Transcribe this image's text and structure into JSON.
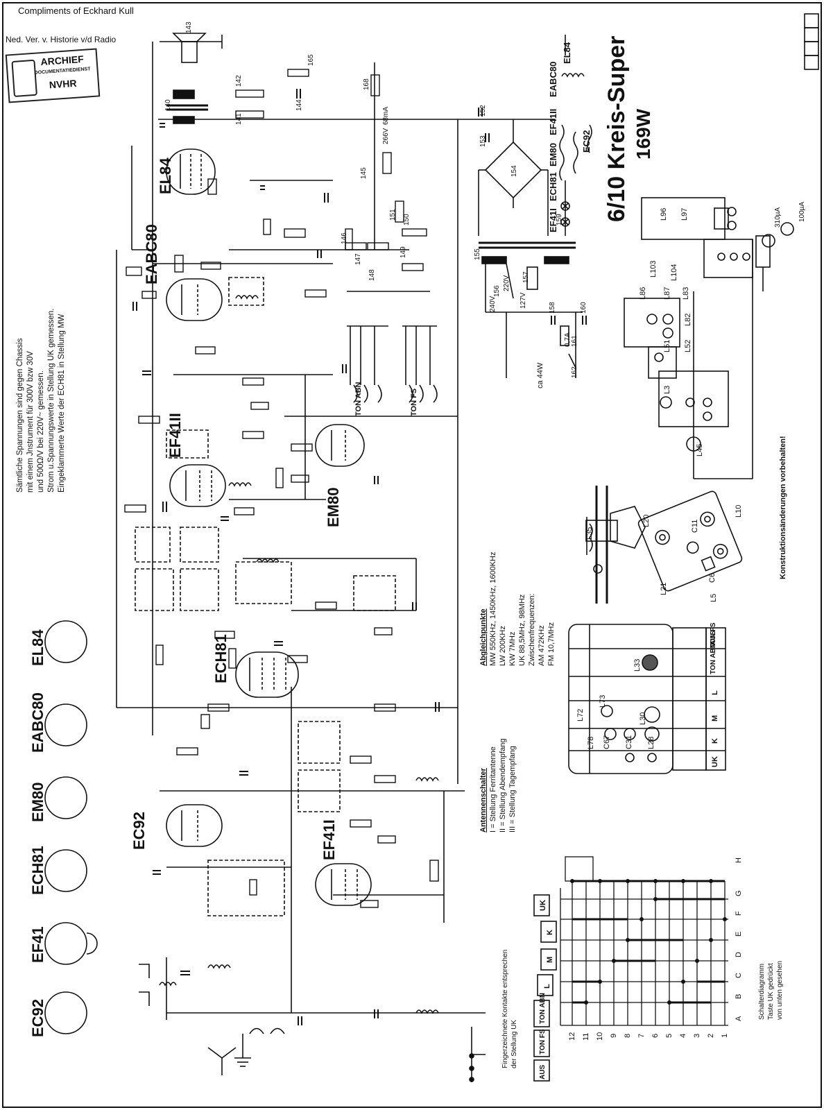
{
  "header": {
    "compliments": "Compliments of Eckhard Kull",
    "society": "Ned. Ver. v. Historie v/d Radio",
    "stamp_line1": "ARCHIEF",
    "stamp_line2": "DOCUMENTATIEDIENST",
    "stamp_line3": "NVHR"
  },
  "title": {
    "line1": "6/10 Kreis-Super",
    "line2": "169W"
  },
  "notes": {
    "lines": [
      "Sämtliche Spannungen sind gegen Chassis",
      "mit einem Jnstrument für 300V bzw 30V",
      "und 500Ω/V bei 220V~ gemessen.",
      "Strom u.Spannungswerte in Stellung UK gemessen.",
      "Eingeklammerte Werte der ECH81 in Stellung MW"
    ]
  },
  "tubes": {
    "base_labels": [
      "EL84",
      "EABC80",
      "EM80",
      "ECH81",
      "EF41",
      "EC92"
    ],
    "schematic_labels": [
      "EL84",
      "EABC80",
      "EF41II",
      "EM80",
      "ECH81",
      "EC92",
      "EF41I"
    ],
    "heater_chain": [
      "EL84",
      "EABC80",
      "EF41II",
      "EM80",
      "ECH81",
      "EF41I",
      "EC92"
    ]
  },
  "alignment": {
    "heading": "Abgleichpunkte",
    "lines": [
      "MW  550KHz, 1450KHz, 1600KHz",
      "LW  200KHz",
      "KW  7MHz",
      "UK  88,5MHz, 98MHz"
    ],
    "if_heading": "Zwischenfrequenzen:",
    "if_lines": [
      "AM 472KHz",
      "FM 10,7MHz"
    ]
  },
  "antenna": {
    "heading": "Antennenschalter",
    "lines": [
      "I = Stellung Ferritantenne",
      "II = Stellung Abendempfang",
      "III = Stellung Tagempfang"
    ]
  },
  "switch_diagram": {
    "caption_lines": [
      "Schalterdiagramm",
      "Taste UK gedrückt",
      "von unten gesehen"
    ],
    "finger_note_lines": [
      "Fingerzeichnete Kontakte entsprechen",
      "der Stellung UK"
    ],
    "rows": [
      "12",
      "11",
      "10",
      "9",
      "8",
      "7",
      "6",
      "5",
      "4",
      "3",
      "2",
      "1"
    ],
    "columns": [
      "A",
      "B",
      "C",
      "D",
      "E",
      "F",
      "G",
      "H"
    ],
    "buttons": [
      "AUS",
      "TON FS",
      "TON ABN",
      "L",
      "M",
      "K",
      "UK"
    ]
  },
  "keyboard": {
    "buttons": [
      "UK",
      "K",
      "M",
      "L",
      "TON ABN",
      "TON FS",
      "AUS"
    ],
    "coils": [
      "L72",
      "L73",
      "L33",
      "L78",
      "C67",
      "C31",
      "L28",
      "L30"
    ]
  },
  "tuner_unit": {
    "labels": [
      "L35",
      "L20",
      "C11",
      "L10",
      "C6",
      "L5",
      "L21"
    ]
  },
  "chassis_view": {
    "labels": [
      "L96",
      "L97",
      "L103",
      "L104",
      "L87",
      "L83",
      "L86",
      "L82",
      "L51",
      "L52",
      "L3",
      "L45"
    ],
    "meter_labels": [
      "310µA",
      "100µA"
    ]
  },
  "power": {
    "labels": [
      "240V",
      "220V",
      "127V",
      "ca 44W",
      "0,7A",
      "266V",
      "68mA"
    ]
  },
  "speaker": {
    "ref": "143"
  },
  "construction_note": "Konstruktionsänderungen vorbehalten!",
  "component_refs": [
    "140",
    "141",
    "142",
    "144",
    "145",
    "146",
    "147",
    "148",
    "149",
    "150",
    "151",
    "152",
    "153",
    "154",
    "155",
    "156",
    "157",
    "158",
    "159",
    "160",
    "161",
    "162",
    "165",
    "168"
  ],
  "tone_jacks": [
    "TON ABN",
    "TON FS"
  ]
}
